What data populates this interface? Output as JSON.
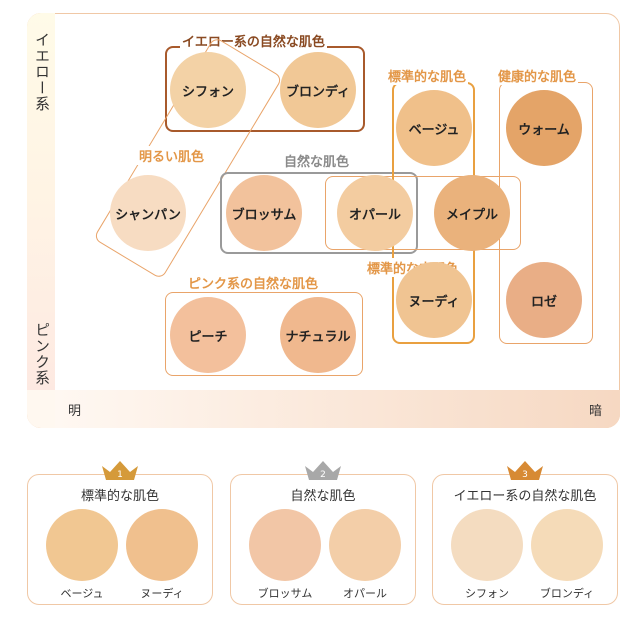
{
  "axes": {
    "yellow_label": "イエロー系",
    "pink_label": "ピンク系",
    "light_label": "明",
    "dark_label": "暗"
  },
  "groups": {
    "yellow_natural": "イエロー系の自然な肌色",
    "bright": "明るい肌色",
    "natural": "自然な肌色",
    "standard": "標準的な肌色",
    "healthy": "健康的な肌色",
    "standard_middle": "標準的な中間色",
    "pink_natural": "ピンク系の自然な肌色"
  },
  "shades": {
    "chiffon": "シフォン",
    "blonde": "ブロンディ",
    "champagne": "シャンパン",
    "blossom": "ブロッサム",
    "opal": "オパール",
    "maple": "メイプル",
    "beige": "ベージュ",
    "warm": "ウォーム",
    "nude": "ヌーディ",
    "rose": "ロゼ",
    "peach": "ピーチ",
    "natural": "ナチュラル"
  },
  "ranking": [
    {
      "rank": "1",
      "title": "標準的な肌色",
      "left": "ベージュ",
      "right": "ヌーディ"
    },
    {
      "rank": "2",
      "title": "自然な肌色",
      "left": "ブロッサム",
      "right": "オパール"
    },
    {
      "rank": "3",
      "title": "イエロー系の自然な肌色",
      "left": "シフォン",
      "right": "ブロンディ"
    }
  ],
  "colors": {
    "chiffon": "#f3d2a6",
    "blonde": "#f1c896",
    "champagne": "#f7dcc2",
    "blossom": "#f2c29c",
    "opal": "#f3cca0",
    "maple": "#eab27c",
    "beige": "#f0c08a",
    "warm": "#e4a468",
    "nude": "#f0c492",
    "rose": "#e9ae86",
    "peach": "#f3c09c",
    "natural": "#f0b88e",
    "gold": "#d59a3a",
    "silver": "#a8a8a8",
    "bronze": "#d78a34"
  }
}
